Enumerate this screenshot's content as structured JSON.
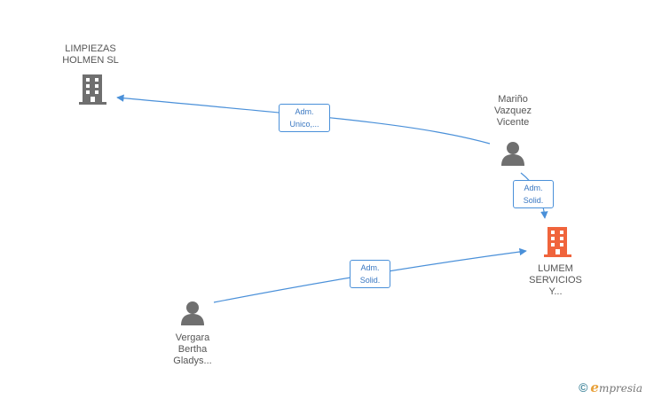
{
  "nodes": {
    "limpiezas": {
      "type": "company",
      "label": [
        "LIMPIEZAS",
        "HOLMEN SL"
      ],
      "color": "#6f6f6f"
    },
    "marino": {
      "type": "person",
      "label": [
        "Mariño",
        "Vazquez",
        "Vicente"
      ],
      "color": "#6f6f6f"
    },
    "lumem": {
      "type": "company",
      "label": [
        "LUMEM",
        "SERVICIOS",
        "Y..."
      ],
      "color": "#f0643c"
    },
    "vergara": {
      "type": "person",
      "label": [
        "Vergara",
        "Bertha",
        "Gladys..."
      ],
      "color": "#6f6f6f"
    }
  },
  "edges": {
    "marino_limpiezas": {
      "label": [
        "Adm.",
        "Unico,..."
      ]
    },
    "marino_lumem": {
      "label": [
        "Adm.",
        "Solid."
      ]
    },
    "vergara_lumem": {
      "label": [
        "Adm.",
        "Solid."
      ]
    }
  },
  "colors": {
    "edge": "#4a90d9",
    "person": "#6f6f6f",
    "company": "#6f6f6f",
    "company_highlight": "#f0643c"
  },
  "watermark": {
    "copyright": "©",
    "brand_initial": "e",
    "brand_rest": "mpresia"
  }
}
